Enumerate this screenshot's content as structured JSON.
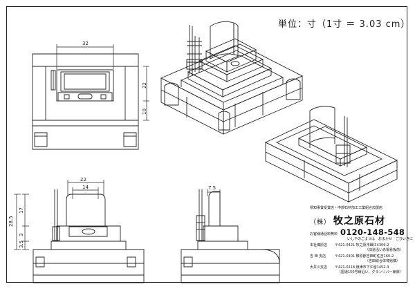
{
  "unit_note": "単位：寸（1寸 ＝ 3.03 cm）",
  "dimensions": {
    "front_width": "32",
    "front_height_upper": "22",
    "front_height_lower": "10",
    "side_total": "28.5",
    "side_upper": "17",
    "side_mid": "3",
    "side_bottom": "3.5",
    "stone_outer": "22",
    "stone_inner": "14",
    "right_depth": "7.5"
  },
  "company": {
    "tagline": "県知事賞受賞店・中部石材加工工業組合加盟店",
    "prefix": "（株）",
    "name": "牧之原石材",
    "tel_label": "お客様通話料無料",
    "tel": "0120-148-548",
    "tel_reading": "いしやのごようは　おまかせ　ごひいきに",
    "branches": [
      {
        "name": "本社榛原店",
        "address": "〒421-0421 牧之原市細江4309-2",
        "note": "（旧道沿い赤電看板前）"
      },
      {
        "name": "吉 田 支店",
        "address": "〒421-0301 榛原郡吉田町住吉160-2",
        "note": "（吉田総合体育館隣）"
      },
      {
        "name": "大井川支店",
        "address": "〒421-0218 焼津市下江留1452-3",
        "note": "（国道150号線沿い、グランリバー東側）"
      }
    ]
  }
}
